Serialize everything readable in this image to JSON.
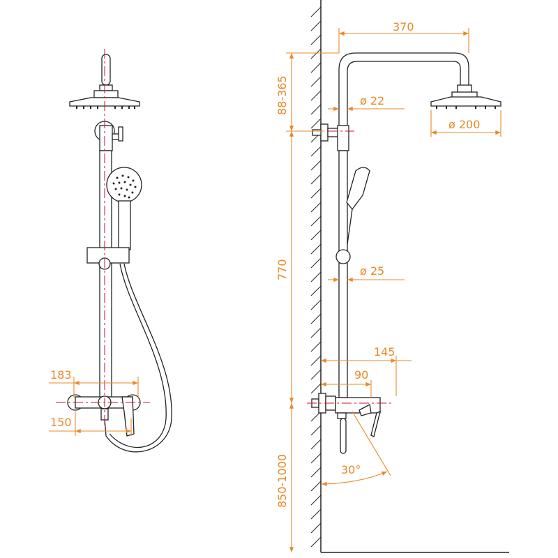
{
  "drawing": {
    "title": "Shower system dimension drawing",
    "colors": {
      "dimension": "#e8892a",
      "centerline": "#c8102e",
      "outline": "#222222"
    },
    "front_view": {
      "dimensions": {
        "mixer_width": "183",
        "inlet_spacing": "150"
      }
    },
    "side_view": {
      "dimensions": {
        "arm_reach": "370",
        "height_adjust": "88-365",
        "pipe_upper_diameter": "ø 22",
        "head_diameter": "ø 200",
        "rail_length": "770",
        "pipe_lower_diameter": "ø 25",
        "mixer_depth": "145",
        "mixer_body": "90",
        "lever_angle": "30°",
        "mixer_height": "850-1000"
      }
    }
  }
}
